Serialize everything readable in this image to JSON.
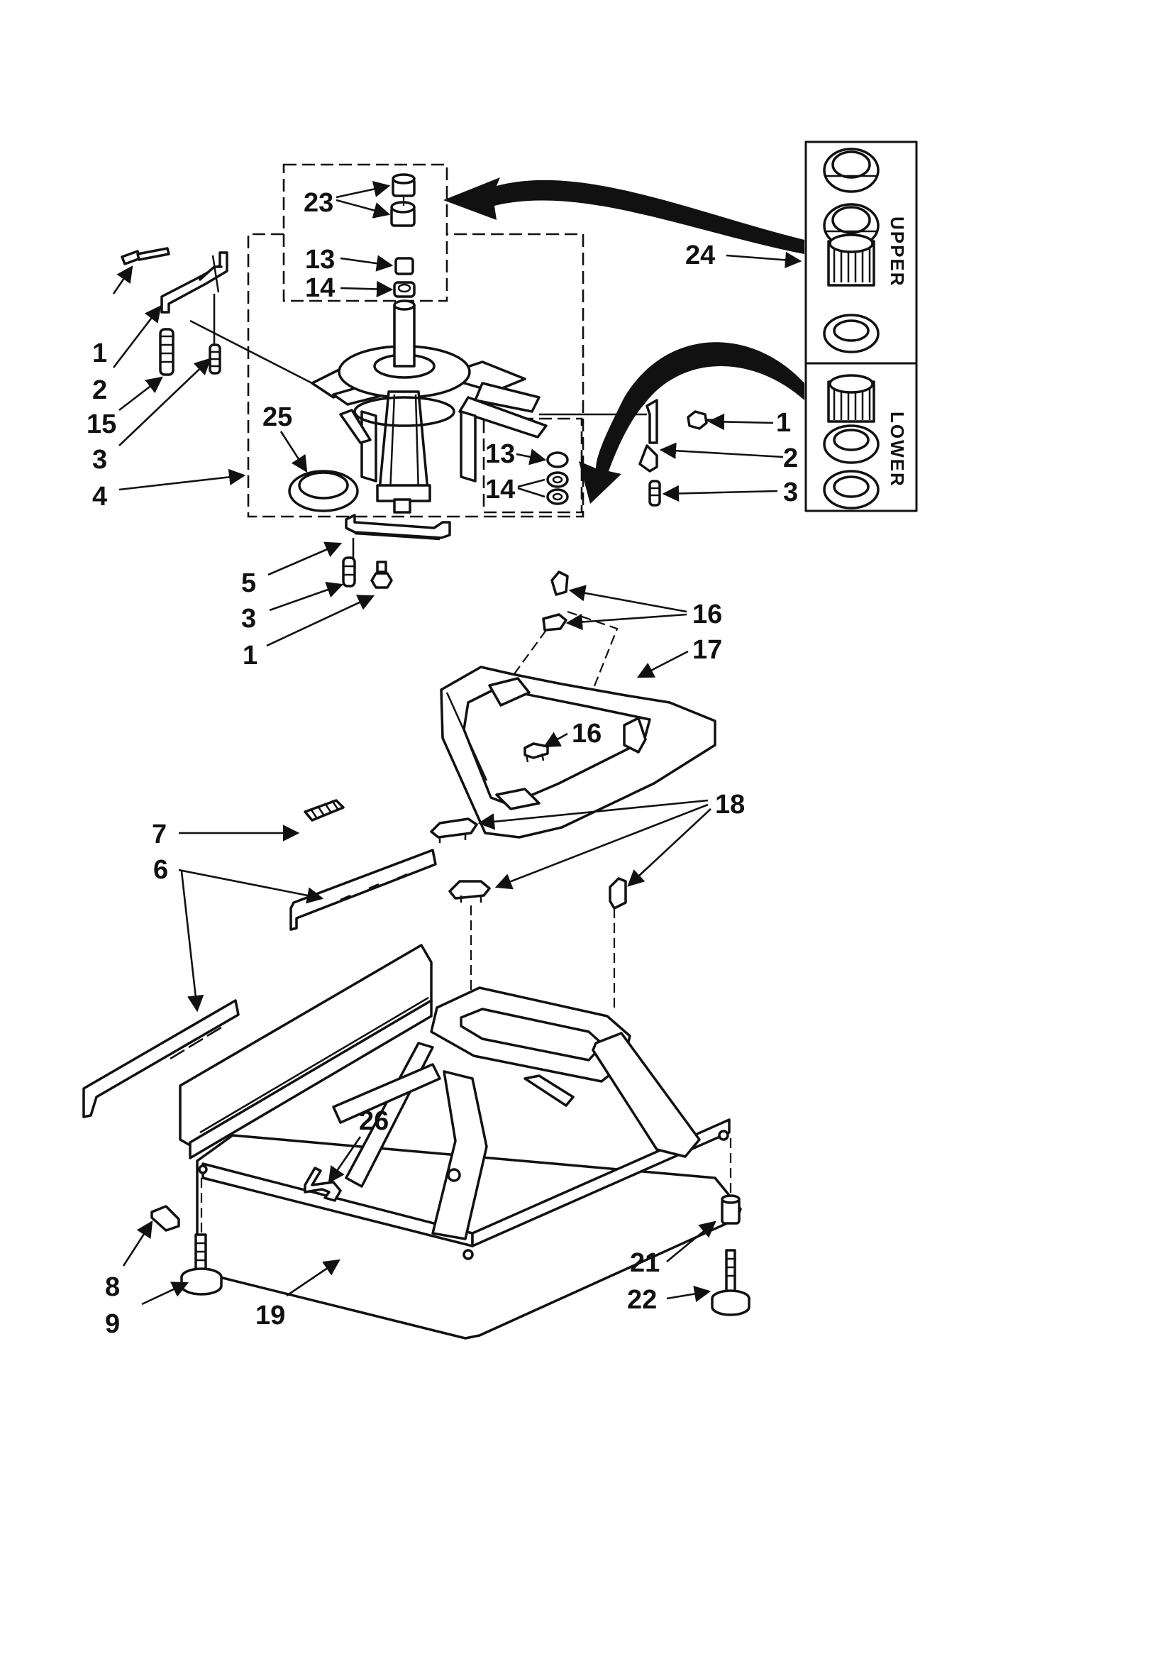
{
  "callouts": {
    "c1a": "1",
    "c2a": "2",
    "c15": "15",
    "c3a": "3",
    "c4": "4",
    "c25": "25",
    "c23": "23",
    "c13a": "13",
    "c14a": "14",
    "c13b": "13",
    "c14b": "14",
    "c1b": "1",
    "c2b": "2",
    "c3b": "3",
    "c5": "5",
    "c3c": "3",
    "c1c": "1",
    "c24": "24",
    "c16a": "16",
    "c17": "17",
    "c16b": "16",
    "c18": "18",
    "c7": "7",
    "c6": "6",
    "c26": "26",
    "c8": "8",
    "c9": "9",
    "c19": "19",
    "c21": "21",
    "c22": "22"
  },
  "kit_panel": {
    "upper_label": "UPPER",
    "lower_label": "LOWER"
  },
  "colors": {
    "ink": "#111111",
    "paper": "#ffffff"
  }
}
